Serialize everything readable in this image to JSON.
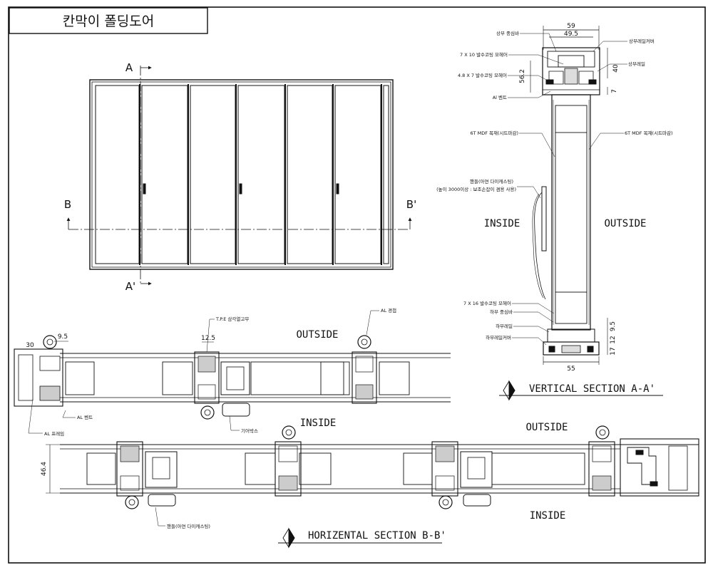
{
  "title": "칸막이 폴딩도어",
  "elevation": {
    "section_a_top": "A",
    "section_a_bottom": "A'",
    "section_b_left": "B",
    "section_b_right": "B'"
  },
  "vertical_section": {
    "caption": "VERTICAL SECTION A-A'",
    "inside": "INSIDE",
    "outside": "OUTSIDE",
    "dims": {
      "top_outer": "59",
      "top_inner": "49.5",
      "right_40": "40",
      "right_7": "7",
      "left_56": "56.2",
      "bottom_width": "55",
      "bottom_9": "9.5",
      "bottom_12": "12",
      "bottom_17": "17"
    },
    "labels": {
      "top_stile": "상부 중심바",
      "top_rail_cover": "상부레일커버",
      "gasket_7x10": "7 X 10 발수코팅 모헤어",
      "top_rail": "상부레일",
      "gasket_48x7": "4.8 X 7 발수코팅 모헤어",
      "al_vent": "Al 벤트",
      "mdf_left": "6T MDF 목재(시트마감)",
      "mdf_right": "6T MDF 목재(시트마감)",
      "handle_line1": "핸들(아연 다이캐스팅)",
      "handle_line2": "(높이 3000이상 : 보조손잡이 겸용 사용)",
      "gasket_7x16": "7 X 16 발수코팅 모헤어",
      "bottom_stile": "하부 중심바",
      "bottom_rail": "하부레일",
      "bottom_rail_cover": "하부레일커버"
    }
  },
  "horizontal_section": {
    "caption": "HORIZENTAL SECTION B-B'",
    "labels": {
      "outside_1": "OUTSIDE",
      "inside_1": "INSIDE",
      "outside_2": "OUTSIDE",
      "inside_2": "INSIDE",
      "tpe": "T.P.E 삼각열고무",
      "hinge": "AL 경첩",
      "al_vent": "AL 벤트",
      "al_frame": "AL 프레임",
      "gearbox": "기어박스",
      "handle": "핸들(아연 다이캐스팅)"
    },
    "dims": {
      "d30": "30",
      "d9_5": "9.5",
      "d12_5": "12.5",
      "d46_4": "46.4"
    }
  }
}
